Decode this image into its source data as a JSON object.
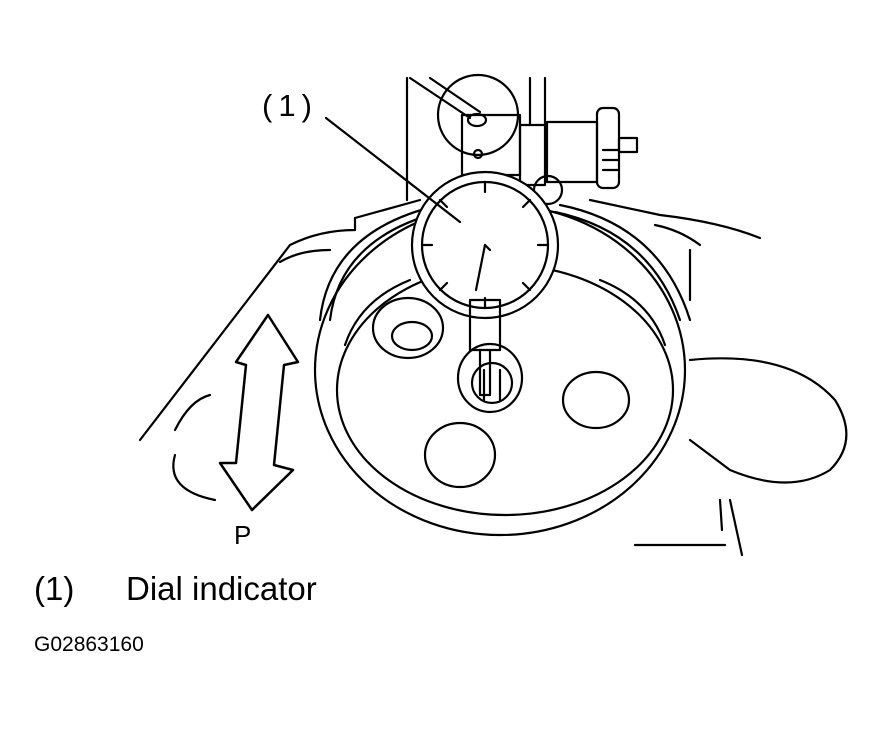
{
  "callout_marker": "(1)",
  "arrow_label": "P",
  "legend": {
    "number": "(1)",
    "text": "Dial indicator"
  },
  "figure_id": "G02863160",
  "colors": {
    "ink": "#000000",
    "paper": "#ffffff"
  }
}
